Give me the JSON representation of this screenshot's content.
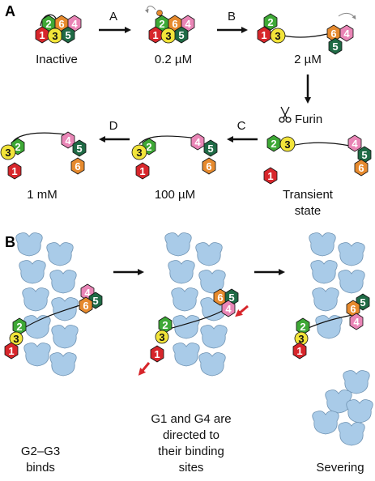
{
  "panels": {
    "a": "A",
    "b": "B"
  },
  "steps": {
    "a": "A",
    "b": "B",
    "c": "C",
    "d": "D"
  },
  "states": {
    "inactive": "Inactive",
    "c1": "0.2 µM",
    "c2": "2 µM",
    "transient1": "Transient",
    "transient2": "state",
    "c3": "100 µM",
    "c4": "1 mM"
  },
  "furin": "Furin",
  "bottom_labels": {
    "binds1": "G2–G3",
    "binds2": "binds",
    "directed1": "G1 and G4 are",
    "directed2": "directed to",
    "directed3": "their binding",
    "directed4": "sites",
    "severing": "Severing"
  },
  "domains": {
    "g1": "1",
    "g2": "2",
    "g3": "3",
    "g4": "4",
    "g5": "5",
    "g6": "6"
  },
  "colors": {
    "g1": "#d7262b",
    "g2": "#3ea836",
    "g3": "#f2e43a",
    "g4": "#e985b6",
    "g5": "#1f6a45",
    "g6": "#e68a2e",
    "actin": "#a9cbe8",
    "arrow_red": "#d7262b"
  },
  "icons": {
    "scissors": "scissors-icon",
    "rotation": "rotation-arrow-icon"
  }
}
